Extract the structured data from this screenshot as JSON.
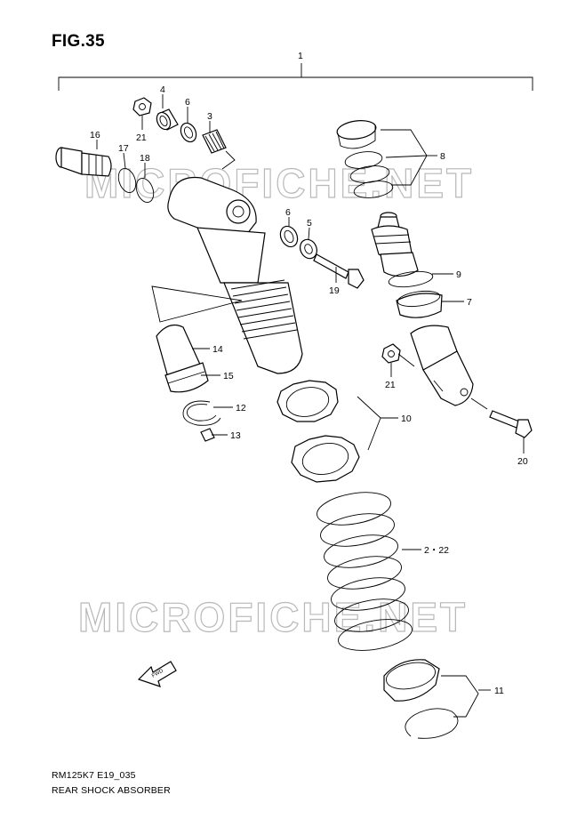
{
  "figure": {
    "title": "FIG.35",
    "model_code": "RM125K7 E19_035",
    "name": "REAR SHOCK ABSORBER"
  },
  "watermark": {
    "text": "MICROFICHE.NET"
  },
  "fwd_arrow": {
    "text": "FWD"
  },
  "callouts": [
    {
      "id": "c1",
      "text": "1"
    },
    {
      "id": "c4",
      "text": "4"
    },
    {
      "id": "c6a",
      "text": "6"
    },
    {
      "id": "c3",
      "text": "3"
    },
    {
      "id": "c8",
      "text": "8"
    },
    {
      "id": "c16",
      "text": "16"
    },
    {
      "id": "c17",
      "text": "17"
    },
    {
      "id": "c21a",
      "text": "21"
    },
    {
      "id": "c18",
      "text": "18"
    },
    {
      "id": "c6b",
      "text": "6"
    },
    {
      "id": "c5",
      "text": "5"
    },
    {
      "id": "c9",
      "text": "9"
    },
    {
      "id": "c7",
      "text": "7"
    },
    {
      "id": "c19",
      "text": "19"
    },
    {
      "id": "c14",
      "text": "14"
    },
    {
      "id": "c15",
      "text": "15"
    },
    {
      "id": "c21b",
      "text": "21"
    },
    {
      "id": "c12",
      "text": "12"
    },
    {
      "id": "c10",
      "text": "10"
    },
    {
      "id": "c13",
      "text": "13"
    },
    {
      "id": "c20",
      "text": "20"
    },
    {
      "id": "c222",
      "text": "2・22"
    },
    {
      "id": "c11",
      "text": "11"
    }
  ]
}
